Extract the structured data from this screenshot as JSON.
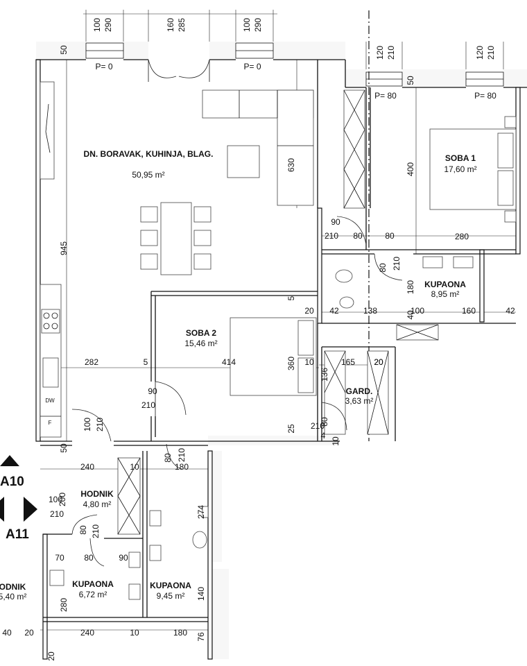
{
  "rooms": [
    {
      "name": "DN. BORAVAK, KUHINJA, BLAG.",
      "area": "50,95 m²"
    },
    {
      "name": "SOBA 1",
      "area": "17,60 m²"
    },
    {
      "name": "SOBA 2",
      "area": "15,46 m²"
    },
    {
      "name": "KUPAONA",
      "area": "8,95 m²"
    },
    {
      "name": "GARD.",
      "area": "3,63 m²"
    },
    {
      "name": "HODNIK",
      "area": "4,80 m²"
    },
    {
      "name": "KUPAONA",
      "area": "6,72 m²"
    },
    {
      "name": "KUPAONA",
      "area": "9,45 m²"
    },
    {
      "name": "ODNIK",
      "area": "5,40 m²"
    }
  ],
  "parapets": [
    "P= 0",
    "P= 0",
    "P= 80",
    "P= 80"
  ],
  "sections": [
    "A10",
    "A11"
  ],
  "appliances": [
    "DW",
    "F"
  ],
  "dims": [
    "100",
    "290",
    "160",
    "285",
    "100",
    "290",
    "120",
    "210",
    "120",
    "210",
    "50",
    "50",
    "945",
    "630",
    "400",
    "280",
    "90",
    "210",
    "80",
    "80",
    "80",
    "210",
    "180",
    "20",
    "42",
    "138",
    "100",
    "160",
    "42",
    "40",
    "5",
    "360",
    "282",
    "5",
    "414",
    "10",
    "165",
    "20",
    "136",
    "90",
    "210",
    "25",
    "80",
    "210",
    "4",
    "10",
    "100",
    "210",
    "50",
    "80",
    "210",
    "240",
    "10",
    "180",
    "200",
    "100",
    "210",
    "80",
    "210",
    "274",
    "70",
    "80",
    "90",
    "280",
    "140",
    "40",
    "20",
    "240",
    "10",
    "180",
    "76",
    "20",
    "20"
  ]
}
